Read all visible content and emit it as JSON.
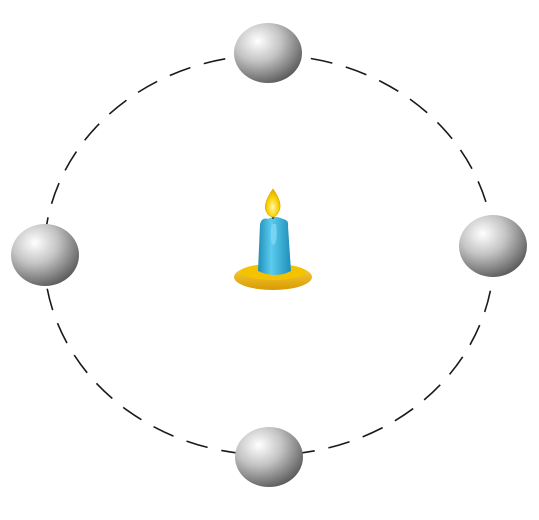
{
  "diagram": {
    "central_object": "candle-icon",
    "orbit": "dashed-ellipse-orbit",
    "orbiting_objects": [
      {
        "name": "globe-top",
        "icon": "globe-icon"
      },
      {
        "name": "globe-right",
        "icon": "globe-icon"
      },
      {
        "name": "globe-bottom",
        "icon": "globe-icon"
      },
      {
        "name": "globe-left",
        "icon": "globe-icon"
      }
    ],
    "colors": {
      "orbit": "#1a1a1a",
      "globe_highlight": "#ffffff",
      "globe_mid": "#c4c4c4",
      "globe_shadow": "#5a5a5a",
      "axis_rod": "#c8a032",
      "candle_body": "#36b4dc",
      "candle_body_dark": "#1f8fb8",
      "candle_plate": "#f5c200",
      "candle_plate_dark": "#d99a00",
      "flame_outer": "#f7c600",
      "flame_inner": "#fff6b0"
    }
  }
}
